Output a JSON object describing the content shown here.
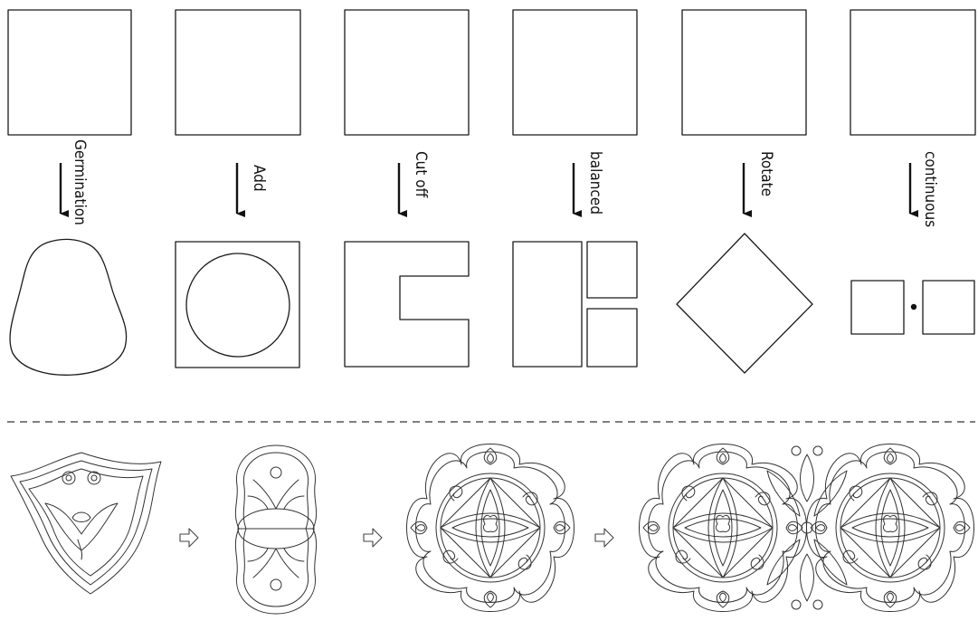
{
  "operations": [
    {
      "label": "Germination"
    },
    {
      "label": "Add"
    },
    {
      "label": "Cut off"
    },
    {
      "label": "balanced"
    },
    {
      "label": "Rotate"
    },
    {
      "label": "continuous"
    }
  ],
  "colors": {
    "line": "#1a1a1a",
    "divider": "#555555"
  },
  "icons": {
    "step_arrow": "hollow-right-arrow-icon",
    "down_arrow": "down-arrow-icon"
  }
}
